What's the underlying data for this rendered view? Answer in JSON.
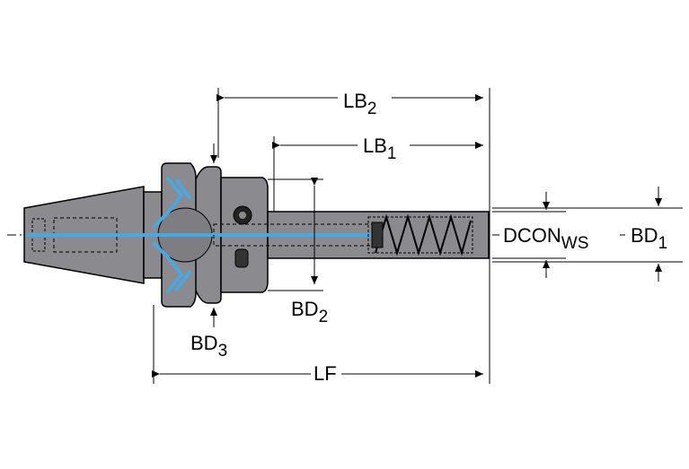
{
  "colors": {
    "body": "#8a8a8f",
    "body_dark": "#5c5c60",
    "coolant": "#4aa8e0",
    "line": "#000000"
  },
  "dimensions": {
    "lb2": {
      "base": "LB",
      "sub": "2"
    },
    "lb1": {
      "base": "LB",
      "sub": "1"
    },
    "dcon": {
      "base": "DCON",
      "sub": "WS"
    },
    "bd1": {
      "base": "BD",
      "sub": "1"
    },
    "bd2": {
      "base": "BD",
      "sub": "2"
    },
    "bd3": {
      "base": "BD",
      "sub": "3"
    },
    "lf": {
      "base": "LF"
    }
  }
}
